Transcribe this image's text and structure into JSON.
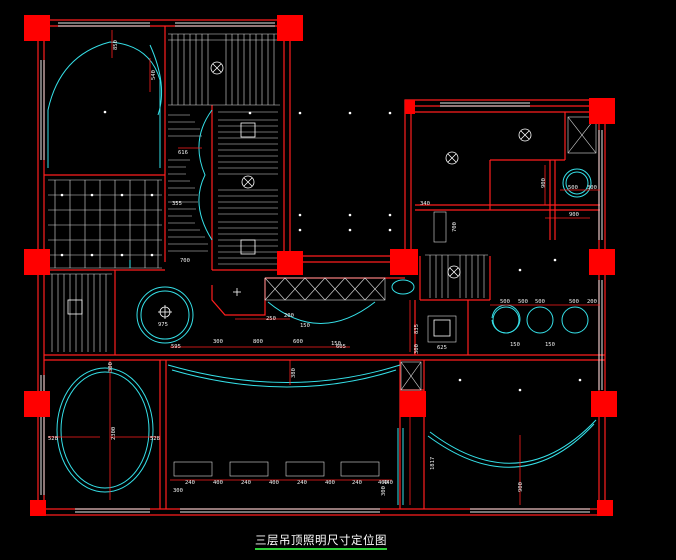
{
  "title": "三层吊顶照明尺寸定位图",
  "colors": {
    "background": "#000000",
    "wall": "#ff1e1e",
    "column": "#ff0000",
    "cyan": "#35e0e8",
    "white": "#ffffff",
    "title_underline": "#2fd13a"
  },
  "dimensions": [
    "850",
    "540",
    "616",
    "355",
    "700",
    "250",
    "200",
    "150",
    "595",
    "300",
    "800",
    "600",
    "605",
    "380",
    "2300",
    "528",
    "528",
    "240",
    "400",
    "240",
    "400",
    "240",
    "400",
    "240",
    "400",
    "300",
    "300",
    "300",
    "440",
    "1817",
    "900",
    "340",
    "700",
    "900",
    "500",
    "300",
    "900",
    "500",
    "500",
    "500",
    "500",
    "200",
    "835",
    "625",
    "300",
    "150",
    "150",
    "150",
    "975"
  ]
}
